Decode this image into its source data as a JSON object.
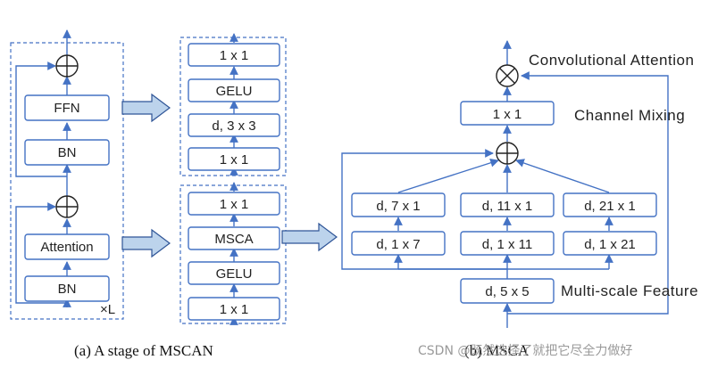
{
  "left_stage": {
    "ffn": "FFN",
    "bn_top": "BN",
    "attention": "Attention",
    "bn_bottom": "BN",
    "repeat": "×L"
  },
  "ffn_detail": [
    "1 x 1",
    "GELU",
    "d, 3 x 3",
    "1 x 1"
  ],
  "attn_detail": [
    "1 x 1",
    "MSCA",
    "GELU",
    "1 x 1"
  ],
  "msca": {
    "top_conv": "1 x 1",
    "branch1": [
      "d, 7 x 1",
      "d, 1 x 7"
    ],
    "branch2": [
      "d, 11 x 1",
      "d, 1 x 11"
    ],
    "branch3": [
      "d, 21 x 1",
      "d, 1 x 21"
    ],
    "base_conv": "d, 5 x 5",
    "label_attention": "Convolutional Attention",
    "label_mixing": "Channel Mixing",
    "label_multiscale": "Multi-scale Feature"
  },
  "captions": {
    "left": "(a) A stage of MSCAN",
    "right": "(b) MSCA"
  },
  "watermark": "CSDN @既然选择了就把它尽全力做好",
  "colors": {
    "accent": "#4472c4",
    "arrow_fill": "#bcd3ec"
  },
  "icons": [
    "add-icon",
    "multiply-icon",
    "arrow-right-icon"
  ]
}
